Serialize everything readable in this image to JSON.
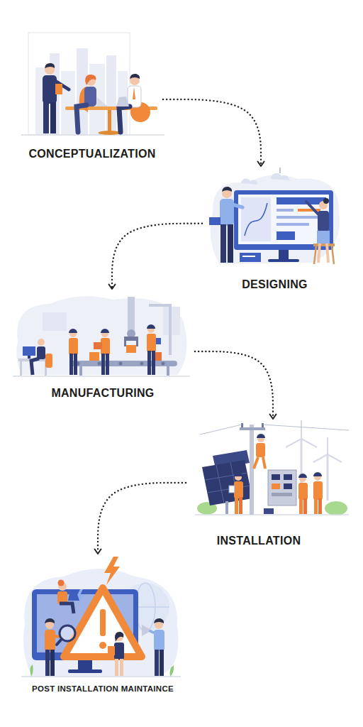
{
  "diagram": {
    "nodes": [
      {
        "text": [
          "CONCEPTUALIZATION"
        ]
      },
      {
        "text": [
          "DESIGNING"
        ]
      },
      {
        "text": [
          "MANUFACTURING"
        ]
      },
      {
        "text": [
          "INSTALLATION"
        ]
      },
      {
        "text": [
          "POST INSTALLATION MAINTAINCE"
        ]
      }
    ],
    "edges": [
      {
        "from": 0,
        "to": 1,
        "arrow": "to"
      },
      {
        "from": 1,
        "to": 2,
        "arrow": "to"
      },
      {
        "from": 2,
        "to": 3,
        "arrow": "to"
      },
      {
        "from": 3,
        "to": 4,
        "arrow": "to"
      }
    ]
  }
}
